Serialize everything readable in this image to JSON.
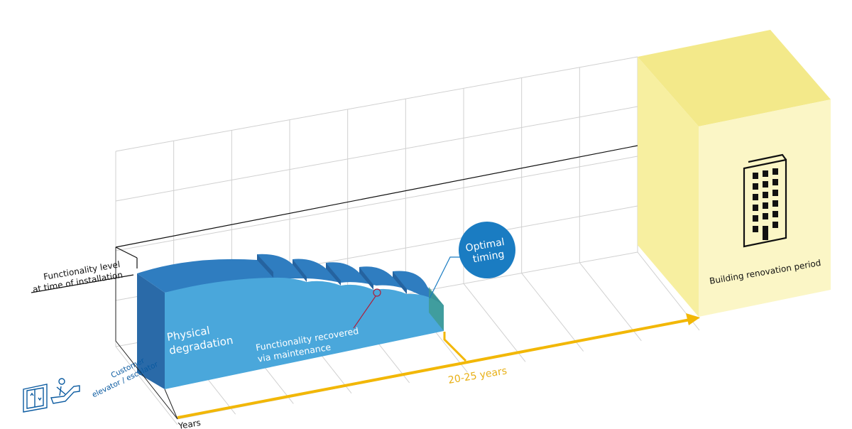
{
  "labels": {
    "functionality_level_line1": "Functionality level",
    "functionality_level_line2": "at time of installation",
    "physical_degradation_line1": "Physical",
    "physical_degradation_line2": "degradation",
    "recovered_line1": "Functionality recovered",
    "recovered_line2": "via maintenance",
    "optimal_line1": "Optimal",
    "optimal_line2": "timing",
    "building_renovation": "Building renovation period",
    "duration": "20-25 years",
    "years_axis": "Years",
    "customer_line1": "Customer",
    "customer_line2": "elevator / escalator"
  },
  "colors": {
    "degradation_front": "#4aa7db",
    "degradation_top": "#2f7dc0",
    "degradation_side": "#2a6aa8",
    "timeline": "#f2b705",
    "optimal_badge": "#1a7cc2",
    "renovation_front": "#fbf6c6",
    "renovation_side": "#f7efa0",
    "renovation_top": "#f3e98a",
    "customer_icon": "#0a5aa0",
    "grid": "#d0d0d0"
  },
  "icons": {
    "building": "building-icon",
    "elevator": "elevator-icon",
    "escalator": "escalator-icon"
  }
}
